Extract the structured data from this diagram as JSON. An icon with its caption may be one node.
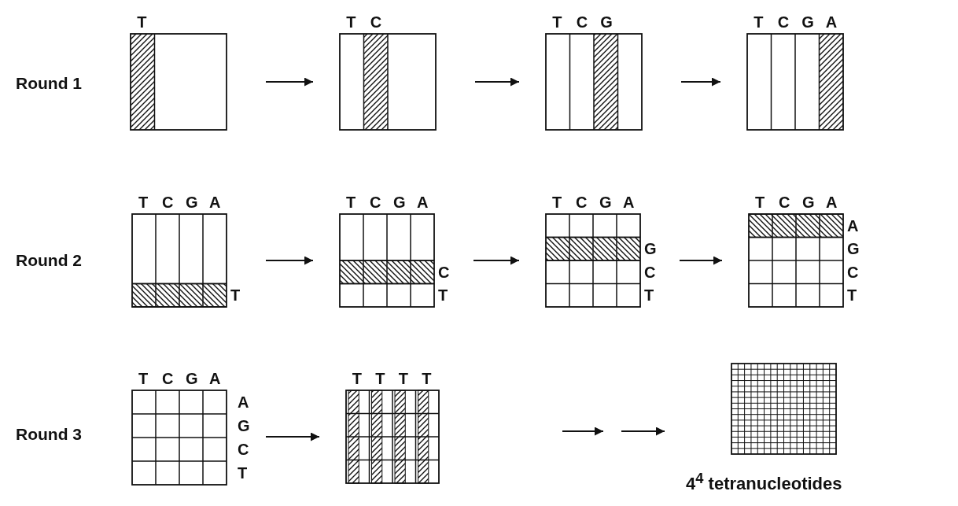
{
  "diagram": {
    "nodes": [
      {
        "text": [],
        "shape": "box",
        "beside": [
          "T"
        ]
      },
      {
        "text": [],
        "shape": "box",
        "beside": [
          "T",
          "C"
        ]
      },
      {
        "text": [],
        "shape": "box",
        "beside": [
          "T",
          "C",
          "G"
        ]
      },
      {
        "text": [],
        "shape": "box",
        "beside": [
          "T",
          "C",
          "G",
          "A"
        ]
      },
      {
        "text": [],
        "shape": "box",
        "beside": [
          "T",
          "C",
          "G",
          "A",
          "T"
        ]
      },
      {
        "text": [],
        "shape": "box",
        "beside": [
          "T",
          "C",
          "G",
          "A",
          "C",
          "T"
        ]
      },
      {
        "text": [],
        "shape": "box",
        "beside": [
          "T",
          "C",
          "G",
          "A",
          "G",
          "C",
          "T"
        ]
      },
      {
        "text": [],
        "shape": "box",
        "beside": [
          "T",
          "C",
          "G",
          "A",
          "A",
          "G",
          "C",
          "T"
        ]
      },
      {
        "text": [],
        "shape": "box",
        "beside": [
          "T",
          "C",
          "G",
          "A",
          "A",
          "G",
          "C",
          "T"
        ]
      },
      {
        "text": [],
        "shape": "box",
        "beside": [
          "T",
          "T",
          "T",
          "T"
        ]
      },
      {
        "text": [],
        "shape": "box",
        "beside": [
          "4$^{4}$ tetranucleotides"
        ]
      }
    ],
    "edges": [
      {
        "from": 0,
        "to": 1,
        "arrow": "to"
      },
      {
        "from": 1,
        "to": 2,
        "arrow": "to"
      },
      {
        "from": 2,
        "to": 3,
        "arrow": "to"
      },
      {
        "from": 4,
        "to": 5,
        "arrow": "to"
      },
      {
        "from": 5,
        "to": 6,
        "arrow": "to"
      },
      {
        "from": 6,
        "to": 7,
        "arrow": "to"
      },
      {
        "from": 8,
        "to": 9,
        "arrow": "to"
      }
    ],
    "labels": [
      "Round 1",
      "Round 2",
      "Round 3"
    ]
  }
}
